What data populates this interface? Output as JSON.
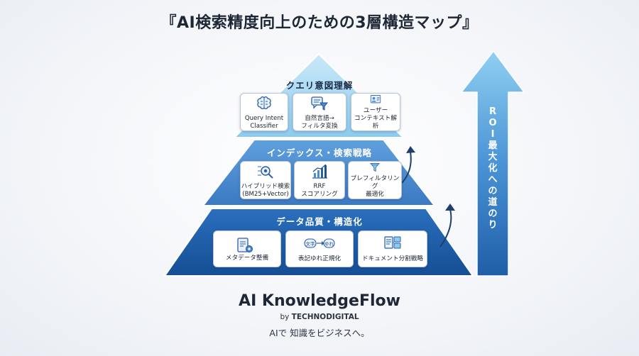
{
  "title": "『AI検索精度向上のための3層構造マップ』",
  "layers": {
    "top": {
      "label": "クエリ意図理解",
      "cards": [
        {
          "icon": "brain-icon",
          "label": "Query Intent\nClassifier"
        },
        {
          "icon": "chat-filter-icon",
          "label": "自然言語→\nフィルタ変換"
        },
        {
          "icon": "user-profile-icon",
          "label": "ユーザー\nコンテキスト解析"
        }
      ]
    },
    "middle": {
      "label": "インデックス・検索戦略",
      "cards": [
        {
          "icon": "hybrid-search-icon",
          "label": "ハイブリッド検索\n(BM25+Vector)"
        },
        {
          "icon": "bar-chart-icon",
          "label": "RRF\nスコアリング"
        },
        {
          "icon": "funnel-icon",
          "label": "プレフィルタリング\n最適化"
        }
      ]
    },
    "bottom": {
      "label": "データ品質・構造化",
      "cards": [
        {
          "icon": "metadata-gear-icon",
          "label": "メタデータ整備"
        },
        {
          "icon": "text-normalize-icon",
          "label": "表記ゆれ正規化"
        },
        {
          "icon": "document-split-icon",
          "label": "ドキュメント分割戦略"
        }
      ]
    }
  },
  "roi_label": "ROI最大化への道のり",
  "icon_text": {
    "before": "文字",
    "after": "ゆれ"
  },
  "brand": {
    "name": "AI KnowledgeFlow",
    "by_prefix": "by",
    "by_company": "TECHNODIGITAL",
    "tagline": "AIで 知識をビジネスへ。"
  },
  "colors": {
    "top_layer": "#9ed3ef",
    "middle_layer": "#4c8bd0",
    "bottom_layer": "#1f5fa8",
    "arrow": "#3f8ad0",
    "text_dark": "#1e2735"
  }
}
